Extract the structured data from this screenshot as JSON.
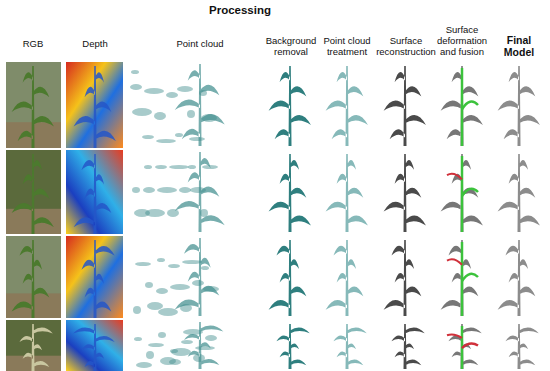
{
  "diagram": {
    "title": "Processing",
    "labels": [
      "RGB",
      "Depth",
      "Point cloud",
      "Background removal",
      "Point cloud treatment",
      "Surface reconstruction",
      "Surface deformation and fusion",
      "Final Model"
    ]
  }
}
